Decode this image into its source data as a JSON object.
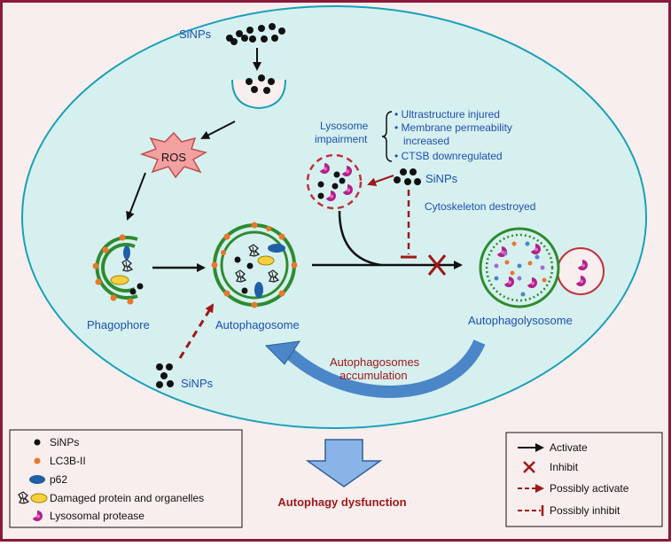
{
  "labels": {
    "sinps_top": "SiNPs",
    "ros": "ROS",
    "lysosome_impairment_line1": "Lysosome",
    "lysosome_impairment_line2": "impairment",
    "bullet1": "• Ultrastructure injured",
    "bullet2_line1": "• Membrane permeability",
    "bullet2_line2": "increased",
    "bullet3": "• CTSB downregulated",
    "sinps_mid": "SiNPs",
    "cytoskeleton": "Cytoskeleton destroyed",
    "phagophore": "Phagophore",
    "autophagosome": "Autophagosome",
    "autophagolysosome": "Autophagolysosome",
    "sinps_bottom": "SiNPs",
    "accumulation_line1": "Autophagosomes",
    "accumulation_line2": "accumulation",
    "dysfunction": "Autophagy dysfunction"
  },
  "legend_left": [
    {
      "icon": "sinp-dot-icon",
      "label": "SiNPs"
    },
    {
      "icon": "lc3b-dot-icon",
      "label": "LC3B-II"
    },
    {
      "icon": "p62-oval-icon",
      "label": "p62"
    },
    {
      "icon": "damaged-protein-icon",
      "label": "Damaged protein and organelles"
    },
    {
      "icon": "protease-icon",
      "label": "Lysosomal protease"
    }
  ],
  "legend_right": [
    {
      "icon": "solid-arrow-icon",
      "label": "Activate"
    },
    {
      "icon": "red-x-icon",
      "label": "Inhibit"
    },
    {
      "icon": "dashed-arrow-icon",
      "label": "Possibly activate"
    },
    {
      "icon": "dashed-tbar-icon",
      "label": "Possibly inhibit"
    }
  ],
  "colors": {
    "background": "#f9eeee",
    "frame": "#8b1a3a",
    "cell_fill": "#d6f0f0",
    "cell_stroke": "#1aa0b8",
    "ros_fill": "#f2a0a0",
    "membrane_green": "#2e8b2e",
    "lc3b_orange": "#e8782a",
    "p62_blue": "#1f5fa8",
    "protease_magenta": "#b0208a",
    "dark_red": "#a01818",
    "blue_text": "#1f4fb0",
    "arrow_blue": "#4a86c8"
  }
}
